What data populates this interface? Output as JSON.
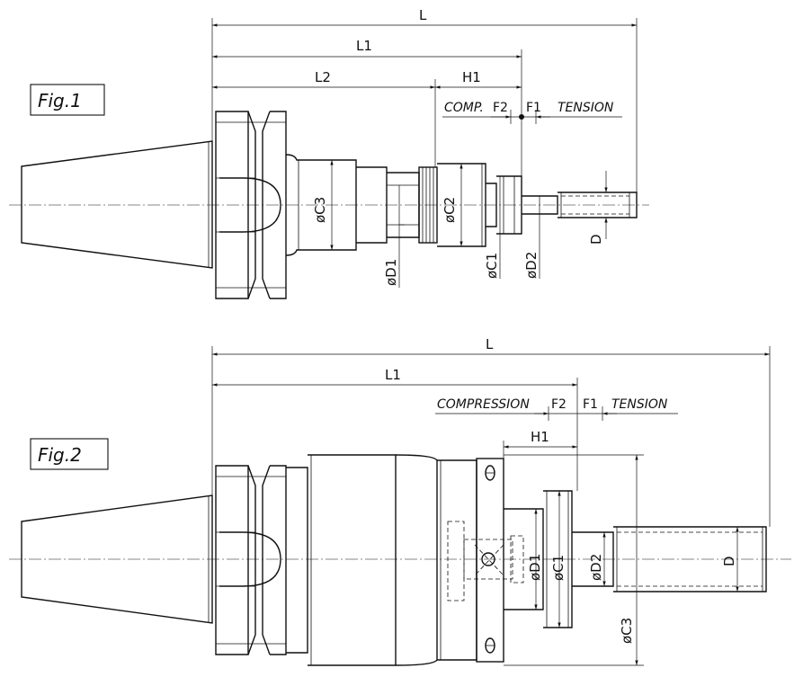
{
  "fig1": {
    "title": "Fig.1",
    "dims": {
      "L": "L",
      "L1": "L1",
      "L2": "L2",
      "H1": "H1",
      "comp": "COMP.",
      "F2": "F2",
      "F1": "F1",
      "tension": "TENSION",
      "C3": "øC3",
      "C2": "øC2",
      "D1": "øD1",
      "C1": "øC1",
      "D2": "øD2",
      "D": "D"
    }
  },
  "fig2": {
    "title": "Fig.2",
    "dims": {
      "L": "L",
      "L1": "L1",
      "H1": "H1",
      "compression": "COMPRESSION",
      "F2": "F2",
      "F1": "F1",
      "tension": "TENSION",
      "D1": "øD1",
      "C1": "øC1",
      "D2": "øD2",
      "D": "D",
      "C3": "øC3"
    }
  }
}
